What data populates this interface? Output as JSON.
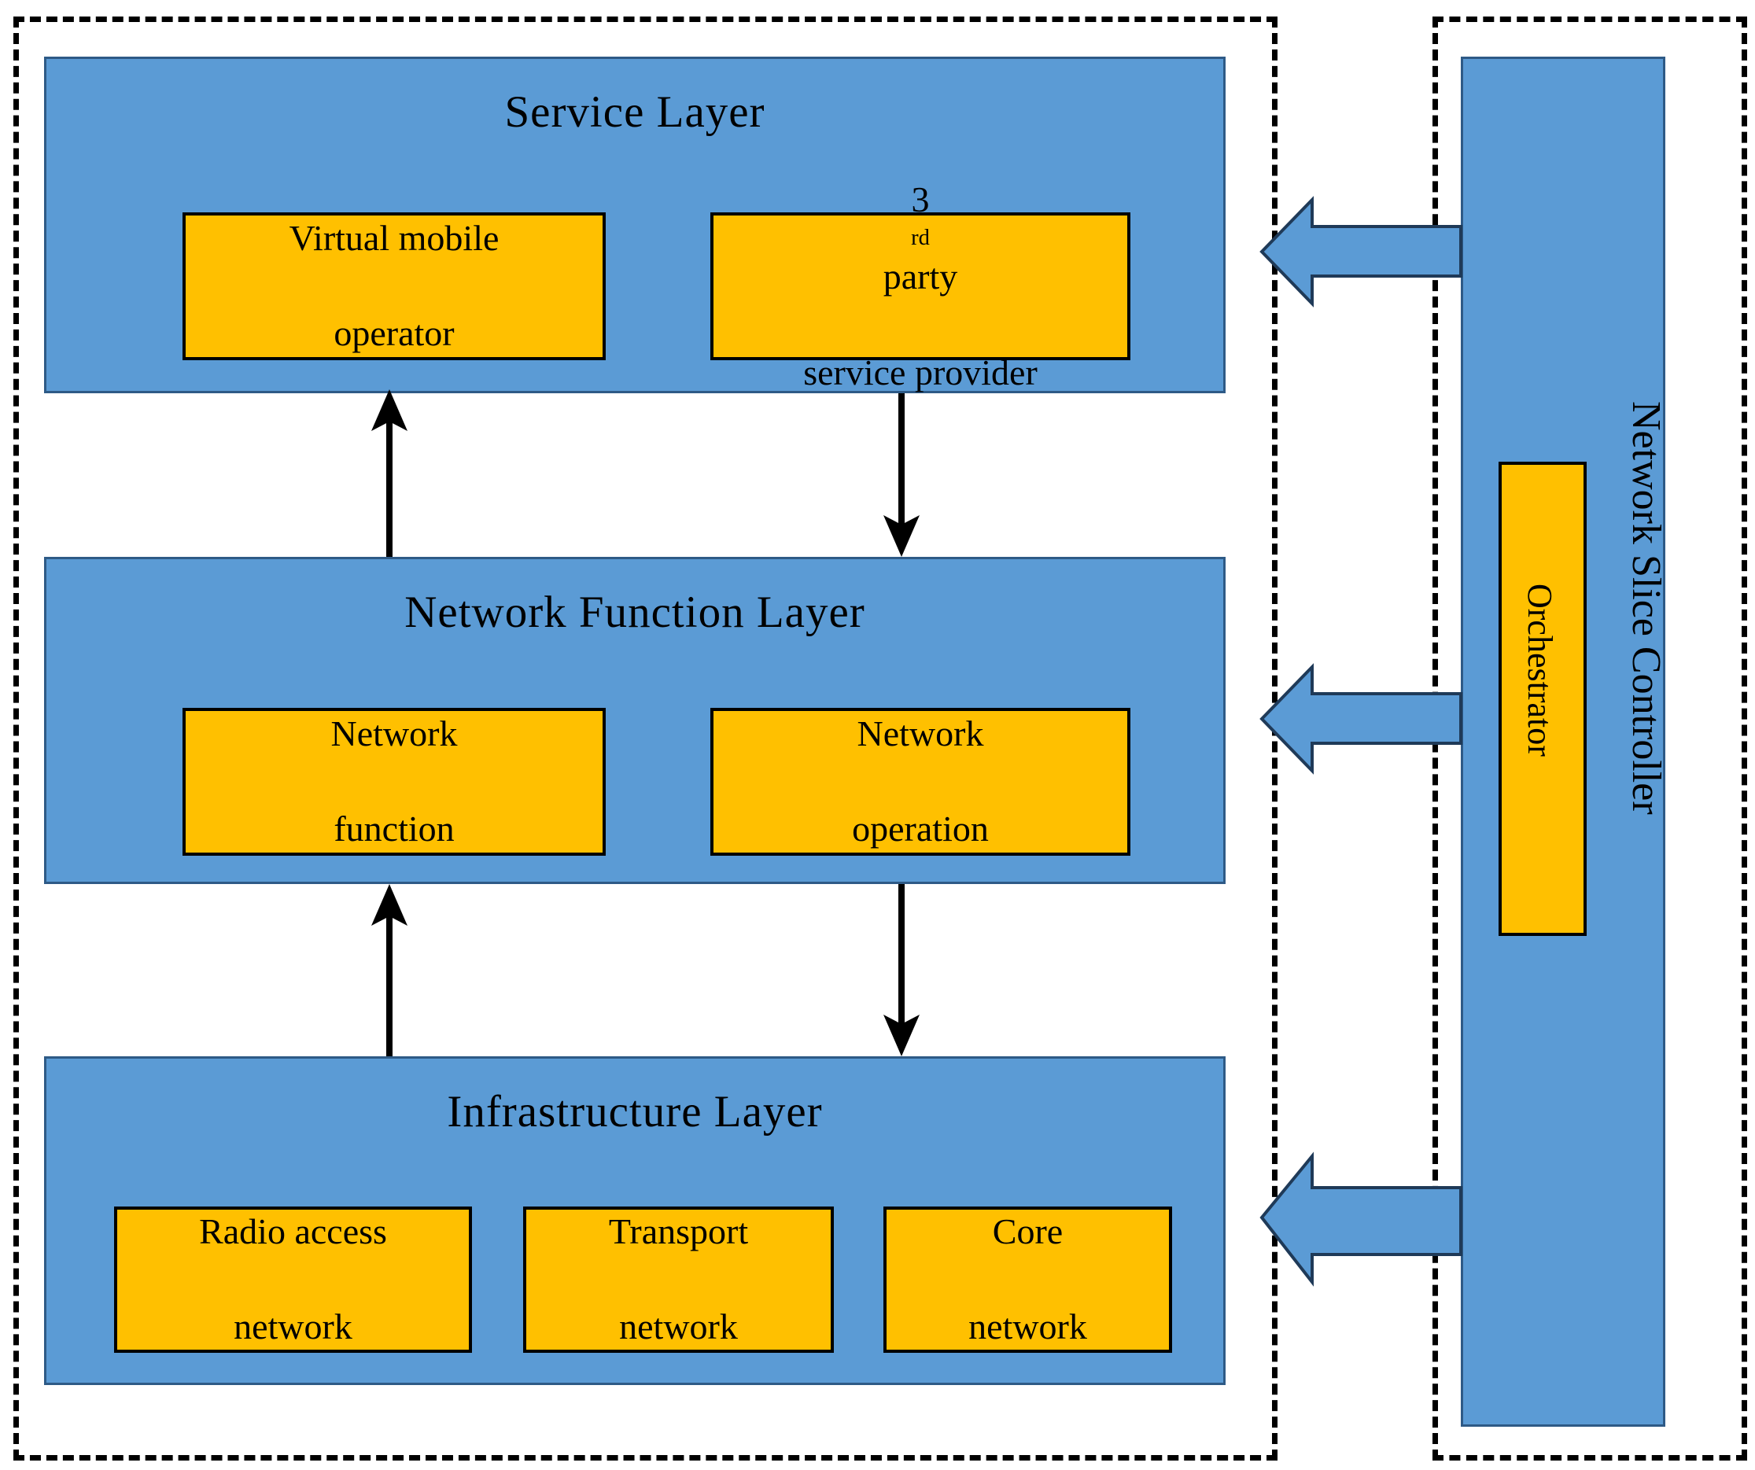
{
  "diagram": {
    "title": "Network slicing architecture with Network Slice Controller",
    "colors": {
      "layer_blue": "#5B9BD5",
      "component_yellow": "#FFC000",
      "outline_black": "#000000",
      "dashed_border": "#000000"
    },
    "left_group": {
      "name": "network-slice-layers",
      "layers": [
        {
          "id": "service-layer",
          "title": "Service Layer",
          "components": [
            {
              "id": "virtual-mobile-operator",
              "line1": "Virtual mobile",
              "line2": "operator"
            },
            {
              "id": "third-party-service-provider",
              "line1_pre": "3",
              "line1_sup": "rd",
              "line1_post": " party",
              "line2": "service provider"
            }
          ]
        },
        {
          "id": "network-function-layer",
          "title": "Network Function Layer",
          "components": [
            {
              "id": "network-function",
              "line1": "Network",
              "line2": "function"
            },
            {
              "id": "network-operation",
              "line1": "Network",
              "line2": "operation"
            }
          ]
        },
        {
          "id": "infrastructure-layer",
          "title": "Infrastructure Layer",
          "components": [
            {
              "id": "radio-access-network",
              "line1": "Radio access",
              "line2": "network"
            },
            {
              "id": "transport-network",
              "line1": "Transport",
              "line2": "network"
            },
            {
              "id": "core-network",
              "line1": "Core",
              "line2": "network"
            }
          ]
        }
      ]
    },
    "right_group": {
      "name": "network-slice-controller-group",
      "controller": {
        "id": "network-slice-controller",
        "label": "Network Slice Controller"
      },
      "orchestrator": {
        "id": "orchestrator",
        "label": "Orchestrator"
      }
    },
    "connectors": {
      "vertical_arrows": [
        {
          "id": "nf-to-service",
          "direction": "up",
          "from": "network-function-layer",
          "to": "service-layer"
        },
        {
          "id": "service-to-nf",
          "direction": "down",
          "from": "service-layer",
          "to": "network-function-layer"
        },
        {
          "id": "infra-to-nf",
          "direction": "up",
          "from": "infrastructure-layer",
          "to": "network-function-layer"
        },
        {
          "id": "nf-to-infra",
          "direction": "down",
          "from": "network-function-layer",
          "to": "infrastructure-layer"
        }
      ],
      "block_arrows": [
        {
          "id": "controller-to-service-layer",
          "direction": "left"
        },
        {
          "id": "controller-to-network-function-layer",
          "direction": "left"
        },
        {
          "id": "controller-to-infrastructure-layer",
          "direction": "left"
        }
      ]
    }
  }
}
